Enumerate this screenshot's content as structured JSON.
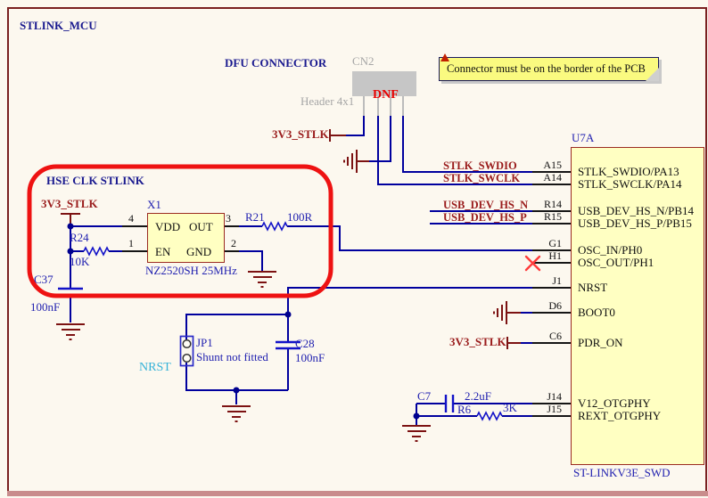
{
  "sheet": {
    "title": "STLINK_MCU"
  },
  "dfu": {
    "heading": "DFU CONNECTOR",
    "refdes": "CN2",
    "footprint": "Header 4x1",
    "dnf": "DNF"
  },
  "note": {
    "text": "Connector must be on the border of the PCB"
  },
  "nets": {
    "v3": "3V3_STLK",
    "swdio": "STLK_SWDIO",
    "swclk": "STLK_SWCLK",
    "usb_n": "USB_DEV_HS_N",
    "usb_p": "USB_DEV_HS_P"
  },
  "hse": {
    "heading": "HSE CLK STLINK",
    "x1": {
      "refdes": "X1",
      "part": "NZ2520SH 25MHz",
      "pin_vdd": "VDD",
      "pin_out": "OUT",
      "pin_en": "EN",
      "pin_gnd": "GND",
      "num_vdd": "4",
      "num_out": "3",
      "num_en": "1",
      "num_gnd": "2"
    },
    "r24": {
      "refdes": "R24",
      "value": "10K"
    },
    "r21": {
      "refdes": "R21",
      "value": "100R"
    },
    "c37": {
      "refdes": "C37",
      "value": "100nF"
    }
  },
  "reset": {
    "net": "NRST",
    "jp1": {
      "refdes": "JP1",
      "note": "Shunt not fitted"
    },
    "c28": {
      "refdes": "C28",
      "value": "100nF"
    }
  },
  "otg": {
    "c7": {
      "refdes": "C7",
      "value": "2.2uF"
    },
    "r6": {
      "refdes": "R6",
      "value": "3K"
    }
  },
  "u7a": {
    "refdes": "U7A",
    "part": "ST-LINKV3E_SWD",
    "pins": [
      {
        "number": "A15",
        "name": "STLK_SWDIO/PA13"
      },
      {
        "number": "A14",
        "name": "STLK_SWCLK/PA14"
      },
      {
        "number": "R14",
        "name": "USB_DEV_HS_N/PB14"
      },
      {
        "number": "R15",
        "name": "USB_DEV_HS_P/PB15"
      },
      {
        "number": "G1",
        "name": "OSC_IN/PH0"
      },
      {
        "number": "H1",
        "name": "OSC_OUT/PH1"
      },
      {
        "number": "J1",
        "name": "NRST"
      },
      {
        "number": "D6",
        "name": "BOOT0"
      },
      {
        "number": "C6",
        "name": "PDR_ON"
      },
      {
        "number": "J14",
        "name": "V12_OTGPHY"
      },
      {
        "number": "J15",
        "name": "REXT_OTGPHY"
      }
    ]
  },
  "colors": {
    "wire": "#00009e",
    "symbol_red": "#7c1212",
    "highlight": "#ee1212",
    "component_fill": "#ffffc2",
    "component_border": "#9b2c22",
    "note_fill": "#fafa80",
    "net_label": "#9a1c1c",
    "designator": "#2222b0",
    "nc_marker": "#ff3b3b",
    "connector_gray": "#c6c6c6",
    "nrst_label": "#35b2d8"
  }
}
